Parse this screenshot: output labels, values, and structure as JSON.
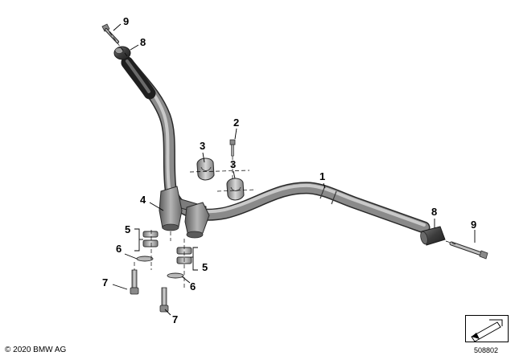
{
  "callouts": {
    "c1": "1",
    "c2": "2",
    "c3a": "3",
    "c3b": "3",
    "c4": "4",
    "c5a": "5",
    "c5b": "5",
    "c6a": "6",
    "c6b": "6",
    "c7a": "7",
    "c7b": "7",
    "c8a": "8",
    "c8b": "8",
    "c9a": "9",
    "c9b": "9"
  },
  "copyright": "© 2020 BMW AG",
  "drawing_number": "508802",
  "colors": {
    "metal_dark": "#6d6d6d",
    "metal_mid": "#9a9a9a",
    "metal_light": "#cfcfcf",
    "grip_dark": "#3a3a3a",
    "line": "#000000"
  },
  "icons": {
    "navigation": "arrow-frame-icon"
  }
}
